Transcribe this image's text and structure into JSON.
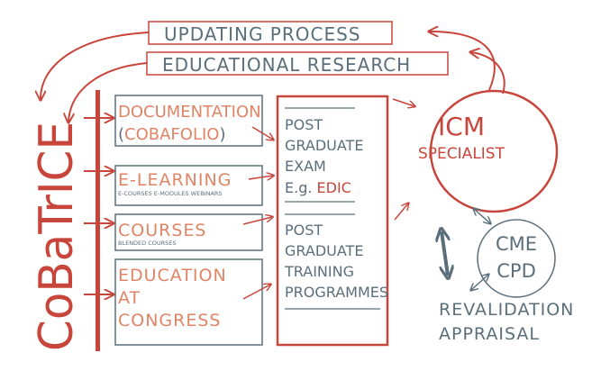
{
  "top_boxes": {
    "updating": "UPDATING PROCESS",
    "research": "EDUCATIONAL RESEARCH"
  },
  "brand": "CoBaTrICE",
  "sources": {
    "documentation": {
      "title": "DOCUMENTATION",
      "open": "(",
      "sub": "COBAFOLIO",
      "close": ")"
    },
    "elearning": {
      "title": "E-LEARNING",
      "sub": "E-COURSES E-MODULES WEBINARS"
    },
    "courses": {
      "title": "COURSES",
      "sub": "BLENDED COURSES"
    },
    "congress": {
      "line1": "EDUCATION",
      "line2": "AT",
      "line3": "CONGRESS"
    }
  },
  "postgraduate": {
    "exam": [
      "POST",
      "GRADUATE",
      "EXAM"
    ],
    "exam_eg": "E.g.",
    "exam_name": "EDIC",
    "training": [
      "POST",
      "GRADUATE",
      "TRAINING",
      "PROGRAMMES"
    ]
  },
  "icm": {
    "title": "ICM",
    "sub": "SPECIALIST"
  },
  "cme": {
    "line1": "CME",
    "line2": "CPD"
  },
  "revalidation": {
    "line1": "REVALIDATION",
    "line2": "APPRAISAL"
  },
  "colors": {
    "red": "#c8453c",
    "salmon": "#e08466",
    "slate": "#5b6f7b"
  }
}
